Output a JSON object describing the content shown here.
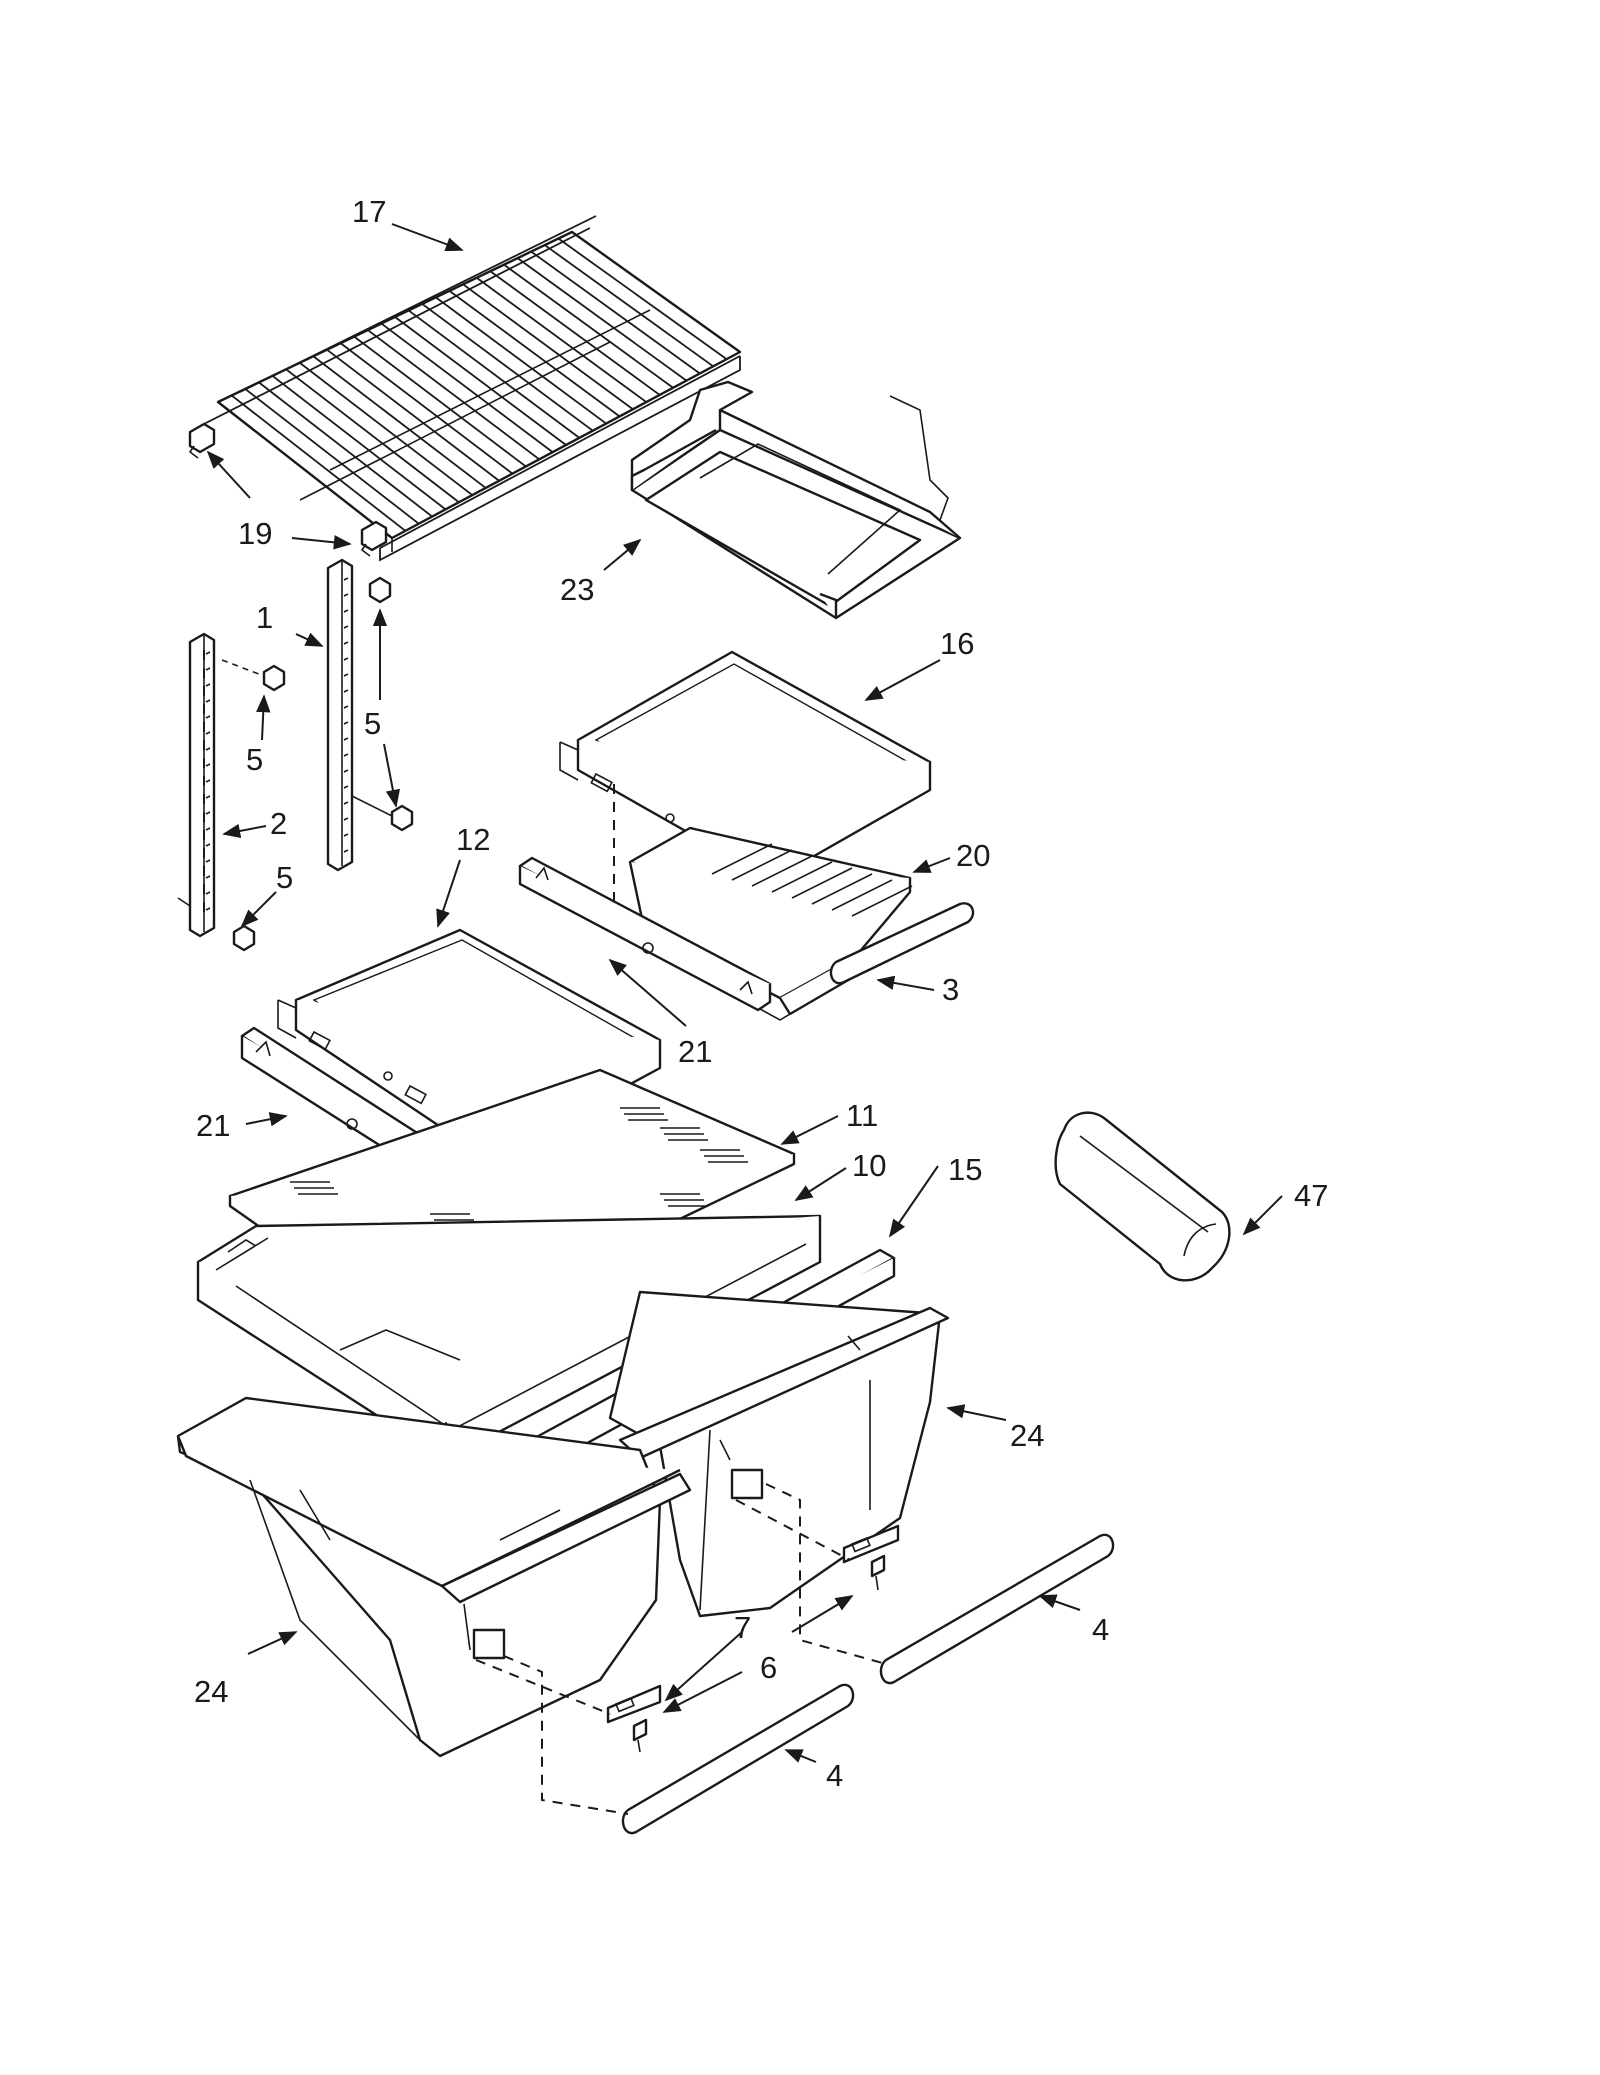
{
  "diagram": {
    "callouts": [
      {
        "id": "c17",
        "label": "17"
      },
      {
        "id": "c19",
        "label": "19"
      },
      {
        "id": "c1",
        "label": "1"
      },
      {
        "id": "c5a",
        "label": "5"
      },
      {
        "id": "c5b",
        "label": "5"
      },
      {
        "id": "c2",
        "label": "2"
      },
      {
        "id": "c5c",
        "label": "5"
      },
      {
        "id": "c23",
        "label": "23"
      },
      {
        "id": "c16",
        "label": "16"
      },
      {
        "id": "c12",
        "label": "12"
      },
      {
        "id": "c20",
        "label": "20"
      },
      {
        "id": "c3",
        "label": "3"
      },
      {
        "id": "c21a",
        "label": "21"
      },
      {
        "id": "c21b",
        "label": "21"
      },
      {
        "id": "c11",
        "label": "11"
      },
      {
        "id": "c10",
        "label": "10"
      },
      {
        "id": "c15",
        "label": "15"
      },
      {
        "id": "c47",
        "label": "47"
      },
      {
        "id": "c24a",
        "label": "24"
      },
      {
        "id": "c24b",
        "label": "24"
      },
      {
        "id": "c7",
        "label": "7"
      },
      {
        "id": "c6",
        "label": "6"
      },
      {
        "id": "c4a",
        "label": "4"
      },
      {
        "id": "c4b",
        "label": "4"
      }
    ]
  }
}
